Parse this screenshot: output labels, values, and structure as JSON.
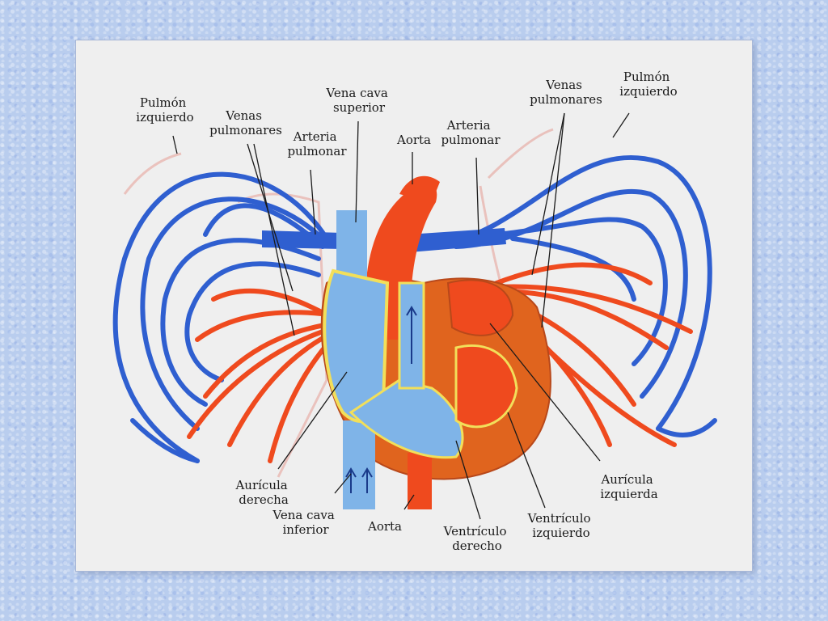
{
  "labels": {
    "pulmon_izq_left": [
      "Pulmón",
      "izquierdo"
    ],
    "venas_pulm_left": [
      "Venas",
      "pulmonares"
    ],
    "vena_cava_sup": [
      "Vena cava",
      "superior"
    ],
    "arteria_pulm_left": [
      "Arteria",
      "pulmonar"
    ],
    "aorta_top": [
      "Aorta"
    ],
    "arteria_pulm_right": [
      "Arteria",
      "pulmonar"
    ],
    "venas_pulm_right": [
      "Venas",
      "pulmonares"
    ],
    "pulmon_izq_right": [
      "Pulmón",
      "izquierdo"
    ],
    "auricula_der": [
      "Aurícula",
      "derecha"
    ],
    "vena_cava_inf": [
      "Vena cava",
      "inferior"
    ],
    "aorta_bottom": [
      "Aorta"
    ],
    "ventriculo_der": [
      "Ventrículo",
      "derecho"
    ],
    "ventriculo_izq": [
      "Ventrículo",
      "izquierdo"
    ],
    "auricula_izq": [
      "Aurícula",
      "izquierda"
    ]
  },
  "colors": {
    "vein_blue": "#2f5fd0",
    "vessel_light_blue": "#7fb4e8",
    "artery_red": "#ef4a1e",
    "heart_muscle": "#e0641e",
    "lung_pink": "#e8b6b0",
    "valve_yellow": "#f2df5a"
  }
}
